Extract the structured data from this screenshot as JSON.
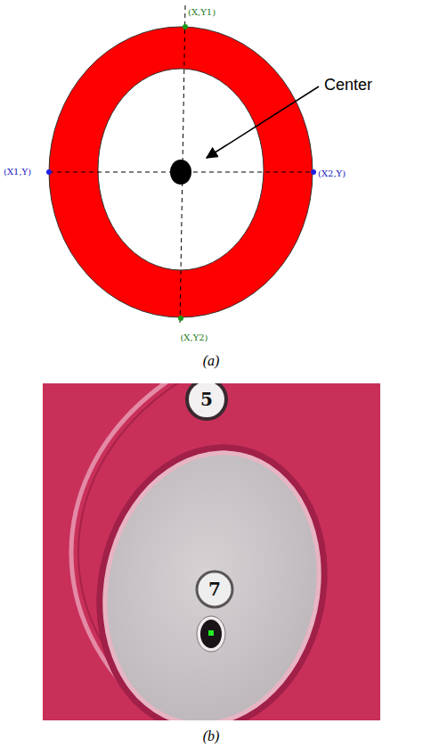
{
  "diagram": {
    "labels": [
      "(X,Y1)",
      "(X1,Y)",
      "(X2,Y)",
      "(X,Y2)",
      "Center",
      "(a)",
      "5",
      "7",
      "(b)"
    ]
  }
}
